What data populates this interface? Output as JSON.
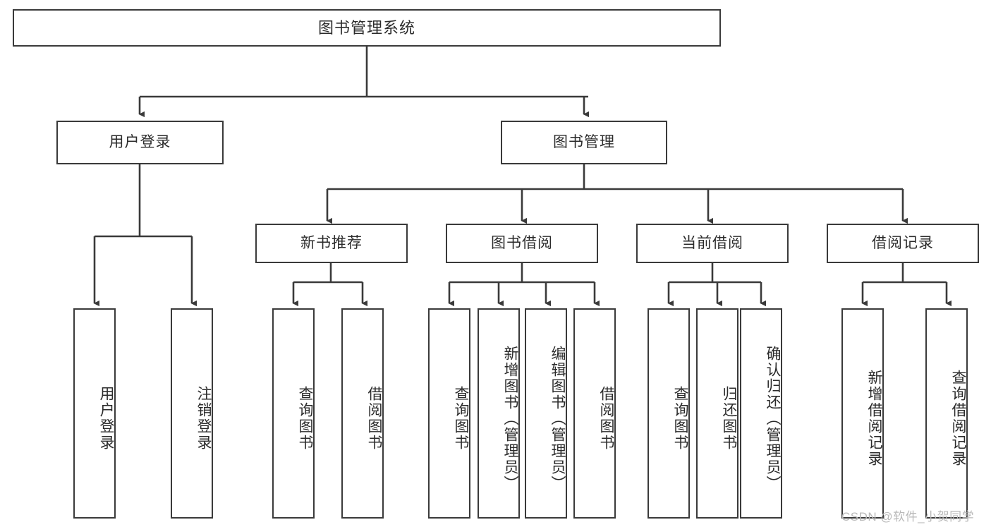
{
  "diagram": {
    "title": "图书管理系统",
    "type": "tree-hierarchy",
    "stroke_color": "#3a3a3a",
    "text_color": "#2b2b2b",
    "background_color": "#ffffff",
    "watermark": "CSDN @软件_小贺同学"
  },
  "nodes": {
    "root": {
      "label": "图书管理系统"
    },
    "level2": [
      {
        "label": "用户登录"
      },
      {
        "label": "图书管理"
      }
    ],
    "level3": [
      {
        "label": "新书推荐"
      },
      {
        "label": "图书借阅"
      },
      {
        "label": "当前借阅"
      },
      {
        "label": "借阅记录"
      }
    ],
    "leaves": {
      "user_login": [
        {
          "label": "用户登录"
        },
        {
          "label": "注销登录"
        }
      ],
      "new_book_recommend": [
        {
          "label": "查询图书"
        },
        {
          "label": "借阅图书"
        }
      ],
      "book_borrow": [
        {
          "label": "查询图书"
        },
        {
          "label": "新增图书（管理员）"
        },
        {
          "label": "编辑图书（管理员）"
        },
        {
          "label": "借阅图书"
        }
      ],
      "current_borrow": [
        {
          "label": "查询图书"
        },
        {
          "label": "归还图书"
        },
        {
          "label": "确认归还（管理员）"
        }
      ],
      "borrow_record": [
        {
          "label": "新增借阅记录"
        },
        {
          "label": "查询借阅记录"
        }
      ]
    }
  }
}
